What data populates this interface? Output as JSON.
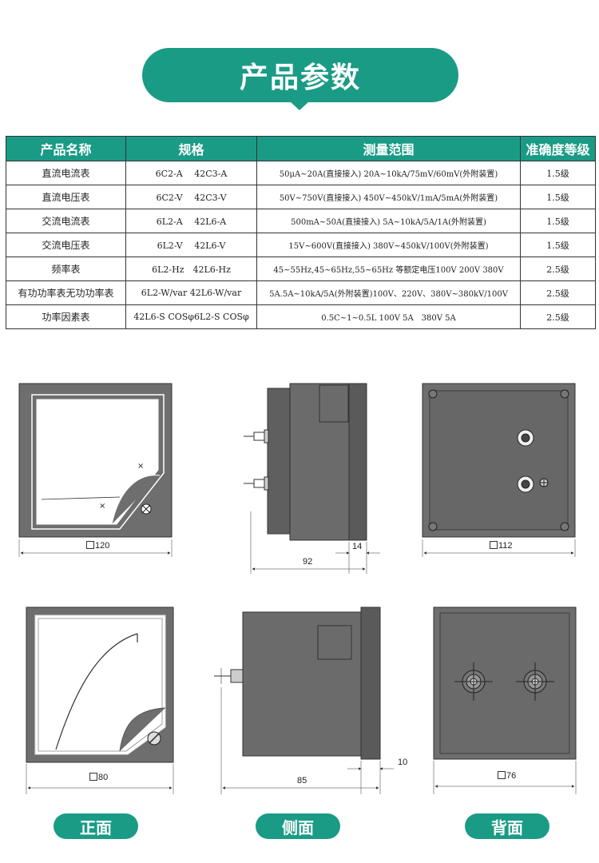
{
  "banner": {
    "title": "产品参数"
  },
  "table": {
    "headers": [
      "产品名称",
      "规格",
      "测量范围",
      "准确度等级"
    ],
    "rows": [
      [
        "直流电流表",
        "6C2-A　 42C3-A",
        "50μA~20A(直接接入) 20A~10kA/75mV/60mV(外附装置)",
        "1.5级"
      ],
      [
        "直流电压表",
        "6C2-V　 42C3-V",
        "50V~750V(直接接入) 450V~450kV/1mA/5mA(外附装置)",
        "1.5级"
      ],
      [
        "交流电流表",
        "6L2-A　 42L6-A",
        "500mA~50A(直接接入) 5A~10kA/5A/1A(外附装置)",
        "1.5级"
      ],
      [
        "交流电压表",
        "6L2-V　 42L6-V",
        "15V~600V(直接接入) 380V~450kV/100V(外附装置)",
        "1.5级"
      ],
      [
        "频率表",
        "6L2-Hz　42L6-Hz",
        "45~55Hz,45~65Hz,55~65Hz 等额定电压100V 200V 380V",
        "2.5级"
      ],
      [
        "有功功率表无功功率表",
        "6L2-W/var 42L6-W/var",
        "5A.5A~10kA/5A(外附装置)100V、220V、380V~380kV/100V",
        "2.5级"
      ],
      [
        "功率因素表",
        "42L6-S COSφ6L2-S COSφ",
        "0.5C~1~0.5L 100V 5A　380V 5A",
        "2.5级"
      ]
    ]
  },
  "dimensions": {
    "top_front": "120",
    "top_side_depth": "92",
    "top_side_flange": "14",
    "top_back": "112",
    "bottom_front": "80",
    "bottom_side_depth": "85",
    "bottom_side_flange": "10",
    "bottom_back": "76"
  },
  "labels": {
    "front": "正面",
    "side": "侧面",
    "back": "背面"
  },
  "colors": {
    "accent": "#1a9b86",
    "meter_body": "#6f6f6f",
    "meter_dark": "#555555"
  }
}
